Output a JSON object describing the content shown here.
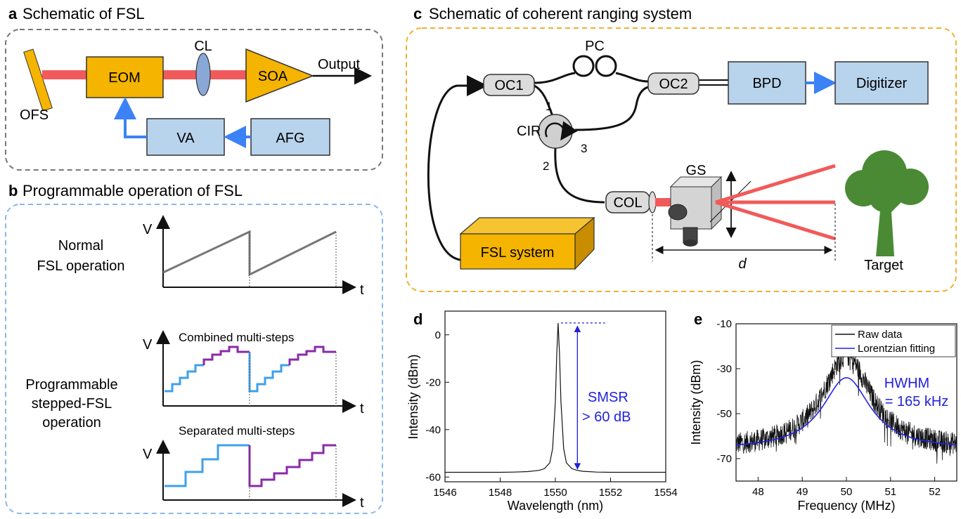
{
  "panel_a": {
    "label": "a",
    "title": "Schematic of FSL",
    "eom": "EOM",
    "cl": "CL",
    "soa": "SOA",
    "output": "Output",
    "ofs": "OFS",
    "va": "VA",
    "afg": "AFG"
  },
  "panel_b": {
    "label": "b",
    "title": "Programmable operation of FSL",
    "normal_1": "Normal",
    "normal_2": "FSL operation",
    "prog_1": "Programmable",
    "prog_2": "stepped-FSL",
    "prog_3": "operation",
    "combined": "Combined multi-steps",
    "separated": "Separated multi-steps",
    "v": "V",
    "t": "t"
  },
  "panel_c": {
    "label": "c",
    "title": "Schematic of coherent ranging system",
    "oc1": "OC1",
    "oc2": "OC2",
    "pc": "PC",
    "bpd": "BPD",
    "digitizer": "Digitizer",
    "cir": "CIR",
    "port1": "1",
    "port2": "2",
    "port3": "3",
    "col": "COL",
    "gs": "GS",
    "fsl": "FSL system",
    "d": "d",
    "target": "Target"
  },
  "chart_data": [
    {
      "id": "d",
      "type": "line",
      "panel_label": "d",
      "xlabel": "Wavelength (nm)",
      "ylabel": "Intensity (dBm)",
      "xlim": [
        1546,
        1554
      ],
      "ylim": [
        -62,
        10
      ],
      "xticks": [
        1546,
        1548,
        1550,
        1552,
        1554
      ],
      "yticks": [
        0,
        -20,
        -40,
        -60
      ],
      "series": [
        {
          "color": "#111111",
          "x": [
            1546,
            1547,
            1548,
            1548.5,
            1549,
            1549.4,
            1549.6,
            1549.8,
            1549.9,
            1550.0,
            1550.05,
            1550.1,
            1550.15,
            1550.2,
            1550.3,
            1550.4,
            1550.6,
            1550.8,
            1551,
            1551.5,
            1552,
            1553,
            1554
          ],
          "y": [
            -58,
            -58,
            -58,
            -57.9,
            -57.7,
            -57.2,
            -56.5,
            -54,
            -48,
            -28,
            -8,
            5,
            -8,
            -28,
            -48,
            -54,
            -56.5,
            -57.2,
            -57.6,
            -57.9,
            -58,
            -58,
            -58
          ]
        }
      ],
      "annotations": {
        "smsr_1": "SMSR",
        "smsr_2": "> 60 dB",
        "color": "#2222dd"
      }
    },
    {
      "id": "e",
      "type": "line",
      "panel_label": "e",
      "xlabel": "Frequency (MHz)",
      "ylabel": "Intensity (dBm)",
      "xlim": [
        47.5,
        52.5
      ],
      "ylim": [
        -80,
        -10
      ],
      "xticks": [
        48,
        49,
        50,
        51,
        52
      ],
      "yticks": [
        -10,
        -30,
        -50,
        -70
      ],
      "legend": [
        "Raw data",
        "Lorentzian fitting"
      ],
      "legend_position": "top-right",
      "series": [
        {
          "name": "Raw data",
          "color": "#111111",
          "center": 50,
          "hwhm": 0.165,
          "floor": -66,
          "peak": -24,
          "noise": 5
        },
        {
          "name": "Lorentzian fitting",
          "color": "#2222ee",
          "center": 50,
          "hwhm": 0.165,
          "floor": -66,
          "peak": -34
        }
      ],
      "annotations": {
        "hwhm_1": "HWHM",
        "hwhm_2": "= 165 kHz",
        "color": "#2222dd"
      }
    }
  ]
}
